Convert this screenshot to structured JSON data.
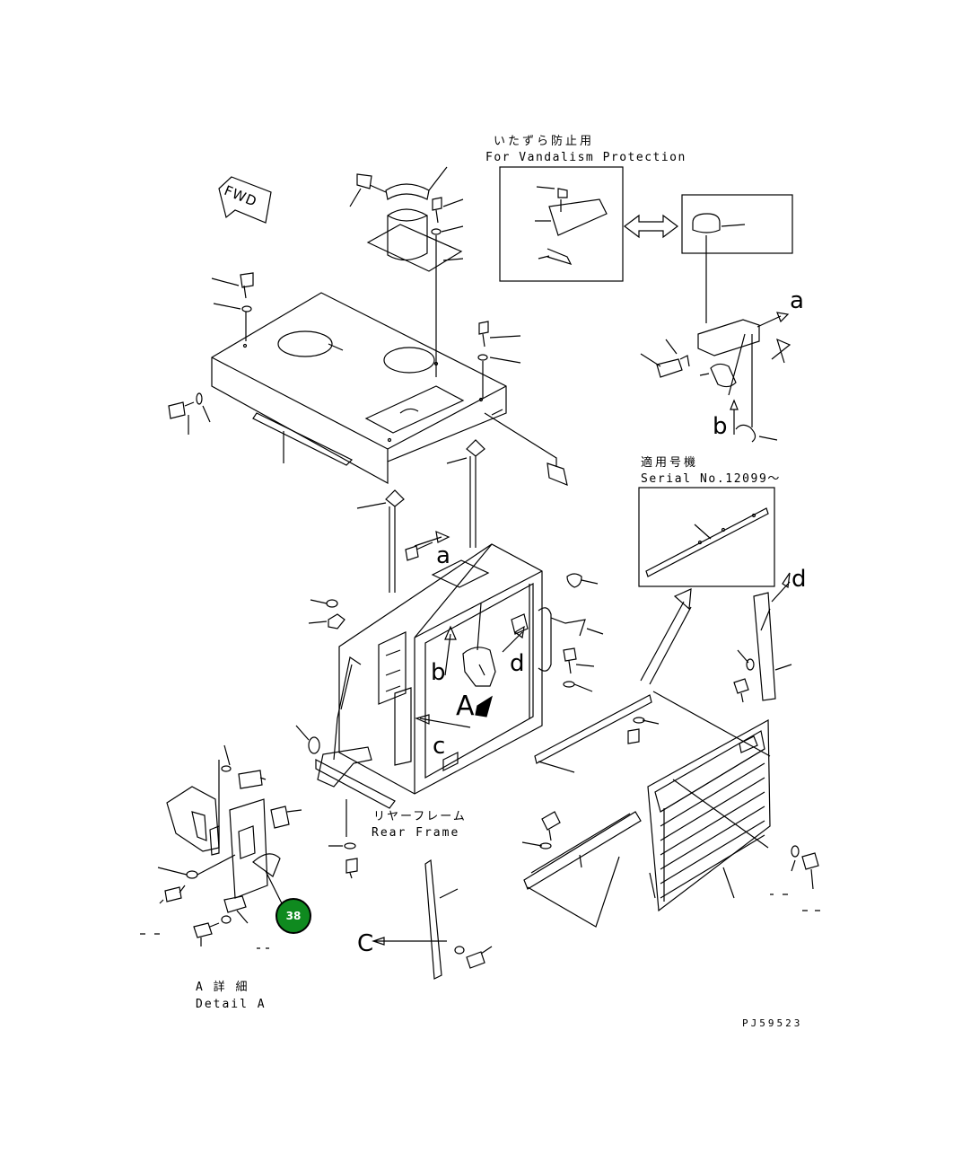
{
  "labels": {
    "vandalism_jp": "いたずら防止用",
    "vandalism_en": "For Vandalism Protection",
    "serial_jp": "適用号機",
    "serial_en": "Serial No.12099～",
    "rear_frame_jp": "リヤーフレーム",
    "rear_frame_en": "Rear Frame",
    "detail_jp": "A 詳 細",
    "detail_en": "Detail A",
    "drawing_code": "PJ59523",
    "fwd": "FWD"
  },
  "view_letters": {
    "a_top": "a",
    "a_mid": "a",
    "b_right": "b",
    "b_mid": "b",
    "d_mid": "d",
    "d_right": "d",
    "c_mid": "c",
    "c_bottom": "C",
    "A_mid": "A"
  },
  "callout": {
    "label": "38",
    "color": "#0f8a1f"
  }
}
